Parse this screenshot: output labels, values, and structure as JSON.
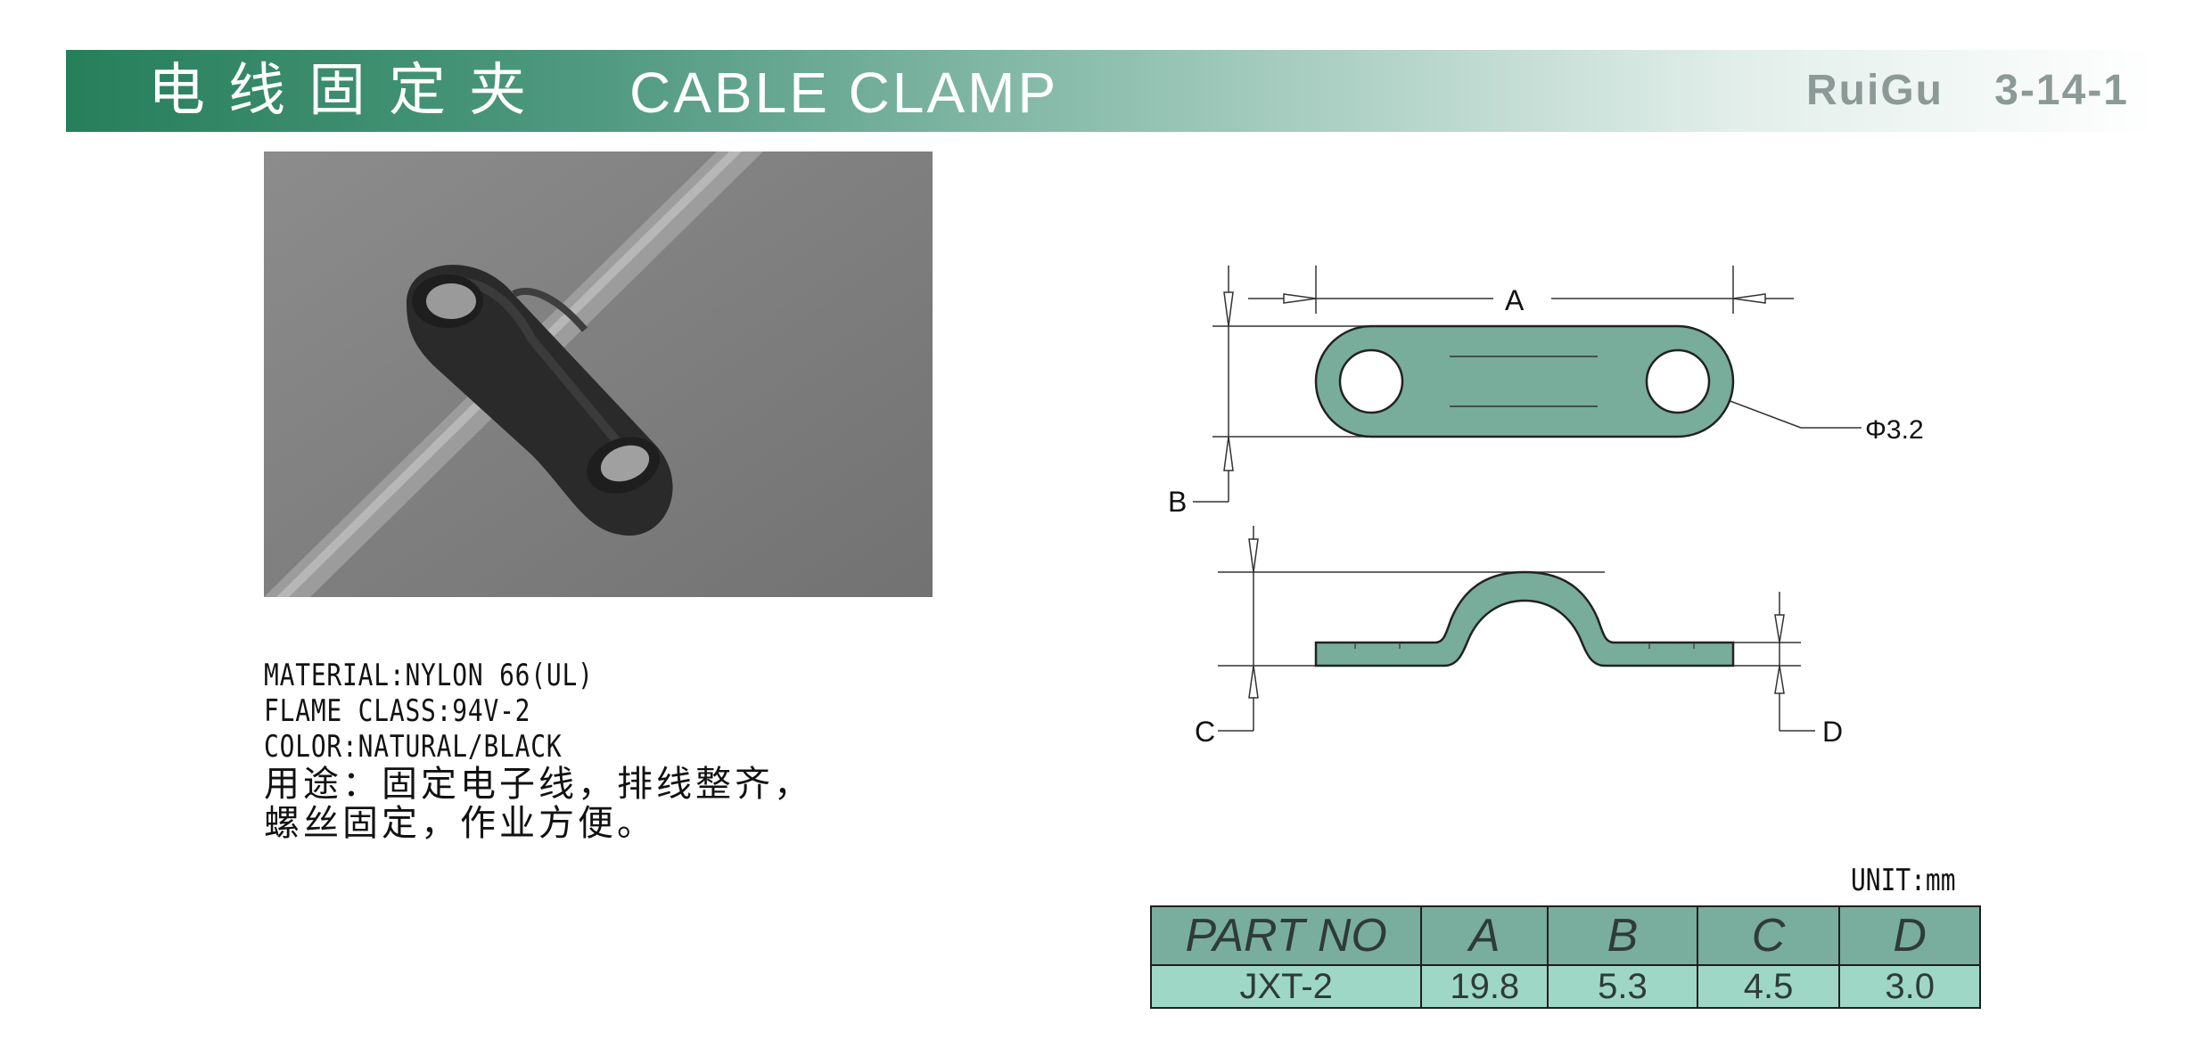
{
  "header": {
    "title_cn": "电线固定夹",
    "title_en": "CABLE CLAMP",
    "brand": "RuiGu",
    "page_no": "3-14-1",
    "colors": {
      "band_start": "#267f5b",
      "band_end": "#ffffff",
      "brand_text": "#8c9a97"
    }
  },
  "photo": {
    "subject": "black cable clamp on clear cable",
    "background": "#7f7f7f"
  },
  "specs": {
    "material": "MATERIAL:NYLON 66(UL)",
    "flame_class": "FLAME CLASS:94V-2",
    "color": "COLOR:NATURAL/BLACK",
    "usage_line1": "用途：固定电子线，排线整齐，",
    "usage_line2": "螺丝固定，作业方便。"
  },
  "drawing": {
    "label_a": "A",
    "label_b": "B",
    "label_c": "C",
    "label_d": "D",
    "hole_dia": "Φ3.2",
    "fill_color": "#78ac9b"
  },
  "table": {
    "unit": "UNIT:mm",
    "headers": [
      "PART NO",
      "A",
      "B",
      "C",
      "D"
    ],
    "rows": [
      [
        "JXT-2",
        "19.8",
        "5.3",
        "4.5",
        "3.0"
      ]
    ],
    "colors": {
      "header_bg": "#79ad9d",
      "row_bg": "#9ed7c6"
    }
  }
}
